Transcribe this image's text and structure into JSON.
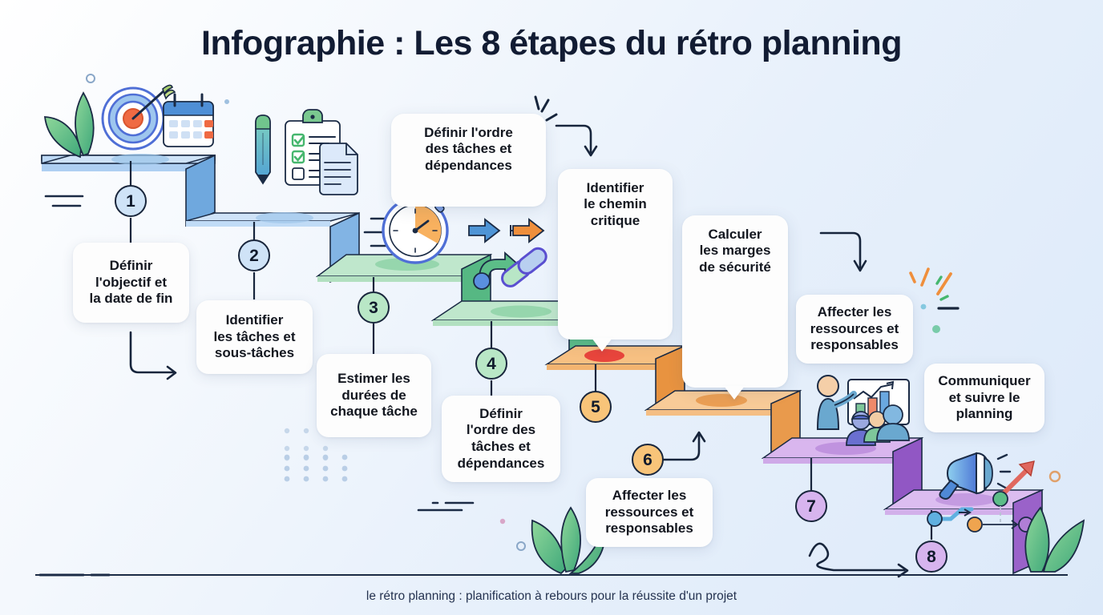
{
  "title": "Infographie : Les 8 étapes du rétro planning",
  "footer": "le rétro planning : planification à rebours pour la réussite d'un projet",
  "colors": {
    "ink": "#121c33",
    "card_bg": "#fdfdfd",
    "step_blue_top": "#bcd8f5",
    "step_blue_side": "#6fa8de",
    "step_blue2_top": "#cfe3f8",
    "step_blue2_side": "#82b4e4",
    "step_green_top": "#b6e3c2",
    "step_green_side": "#56b883",
    "step_green2_top": "#bfe7cc",
    "step_green2_side": "#5cbd88",
    "step_orange_top": "#f7c082",
    "step_orange_side": "#e89340",
    "step_orange2_top": "#f8cb98",
    "step_orange2_side": "#e99a4c",
    "step_purple_top": "#d9b6ee",
    "step_purple_side": "#9157c4",
    "step_purple2_top": "#dcbdf0",
    "step_purple2_side": "#9a62c9",
    "badge_blue": "#cfe3f7",
    "badge_green": "#b9e7c6",
    "badge_orange": "#f8c479",
    "badge_purple": "#d7b4ee",
    "accent_red": "#e8453c",
    "accent_green": "#46b76e",
    "accent_orange": "#ef8f3c"
  },
  "steps": [
    {
      "number": "1",
      "label": "Définir\nl'objectif et\nla date de fin",
      "badge_color": "#cfe3f7"
    },
    {
      "number": "2",
      "label": "Identifier\nles tâches et\nsous-tâches",
      "badge_color": "#cfe3f7"
    },
    {
      "number": "3",
      "label": "Estimer les\ndurées de\nchaque tâche",
      "badge_color": "#b9e7c6"
    },
    {
      "number": "4",
      "label": "Définir\nl'ordre des\ntâches et\ndépendances",
      "badge_color": "#b9e7c6"
    },
    {
      "number": "5",
      "label": "Identifier\nle chemin\ncritique",
      "badge_color": "#f8c479"
    },
    {
      "number": "6",
      "label": "Affecter les\nressources et\nresponsables",
      "badge_color": "#f8c479"
    },
    {
      "number": "7",
      "label": "Affecter les\nressources et\nresponsables",
      "badge_color": "#d7b4ee"
    },
    {
      "number": "8",
      "label": "Communiquer\net suivre le\nplanning",
      "badge_color": "#d7b4ee"
    }
  ],
  "bubbles": [
    {
      "id": "bubble-order-tasks",
      "text": "Définir l'ordre\ndes tâches et\ndépendances"
    },
    {
      "id": "bubble-critical-path",
      "text": "Identifier\nle chemin\ncritique"
    },
    {
      "id": "bubble-safety-margins",
      "text": "Calculer\nles marges\nde sécurité"
    }
  ],
  "side_cards": [
    {
      "id": "card-resources-right",
      "text": "Affecter les\nressources et\nresponsables"
    },
    {
      "id": "card-communicate-right",
      "text": "Communiquer\net suivre le\nplanning"
    }
  ],
  "icons": {
    "target": "target-icon",
    "calendar": "calendar-icon",
    "pen": "pen-icon",
    "clipboard": "clipboard-icon",
    "document": "document-icon",
    "stopwatch": "stopwatch-icon",
    "dependency_arrows": "dependency-arrows-icon",
    "chain_link": "chain-link-icon",
    "critical_path_diagram": "critical-path-diagram-icon",
    "umbrella": "umbrella-icon",
    "margin_calendar": "calendar-icon",
    "presenter": "presenter-with-chart-icon",
    "team": "team-group-icon",
    "megaphone": "megaphone-icon",
    "growth_arrow": "growth-arrow-icon",
    "plant_left": "plant-leaf-icon",
    "plant_mid": "plant-leaf-icon",
    "plant_right": "plant-leaf-icon",
    "flow_arrow_1": "curved-arrow-icon",
    "flow_arrow_2": "curved-arrow-icon",
    "flow_arrow_3": "curved-arrow-icon",
    "flow_arrow_4": "curved-arrow-icon",
    "flow_arrow_5": "curved-arrow-icon",
    "dot_grid": "dot-grid-decoration",
    "dash_marks": "dash-decoration",
    "sparkle": "sparkle-decoration"
  }
}
